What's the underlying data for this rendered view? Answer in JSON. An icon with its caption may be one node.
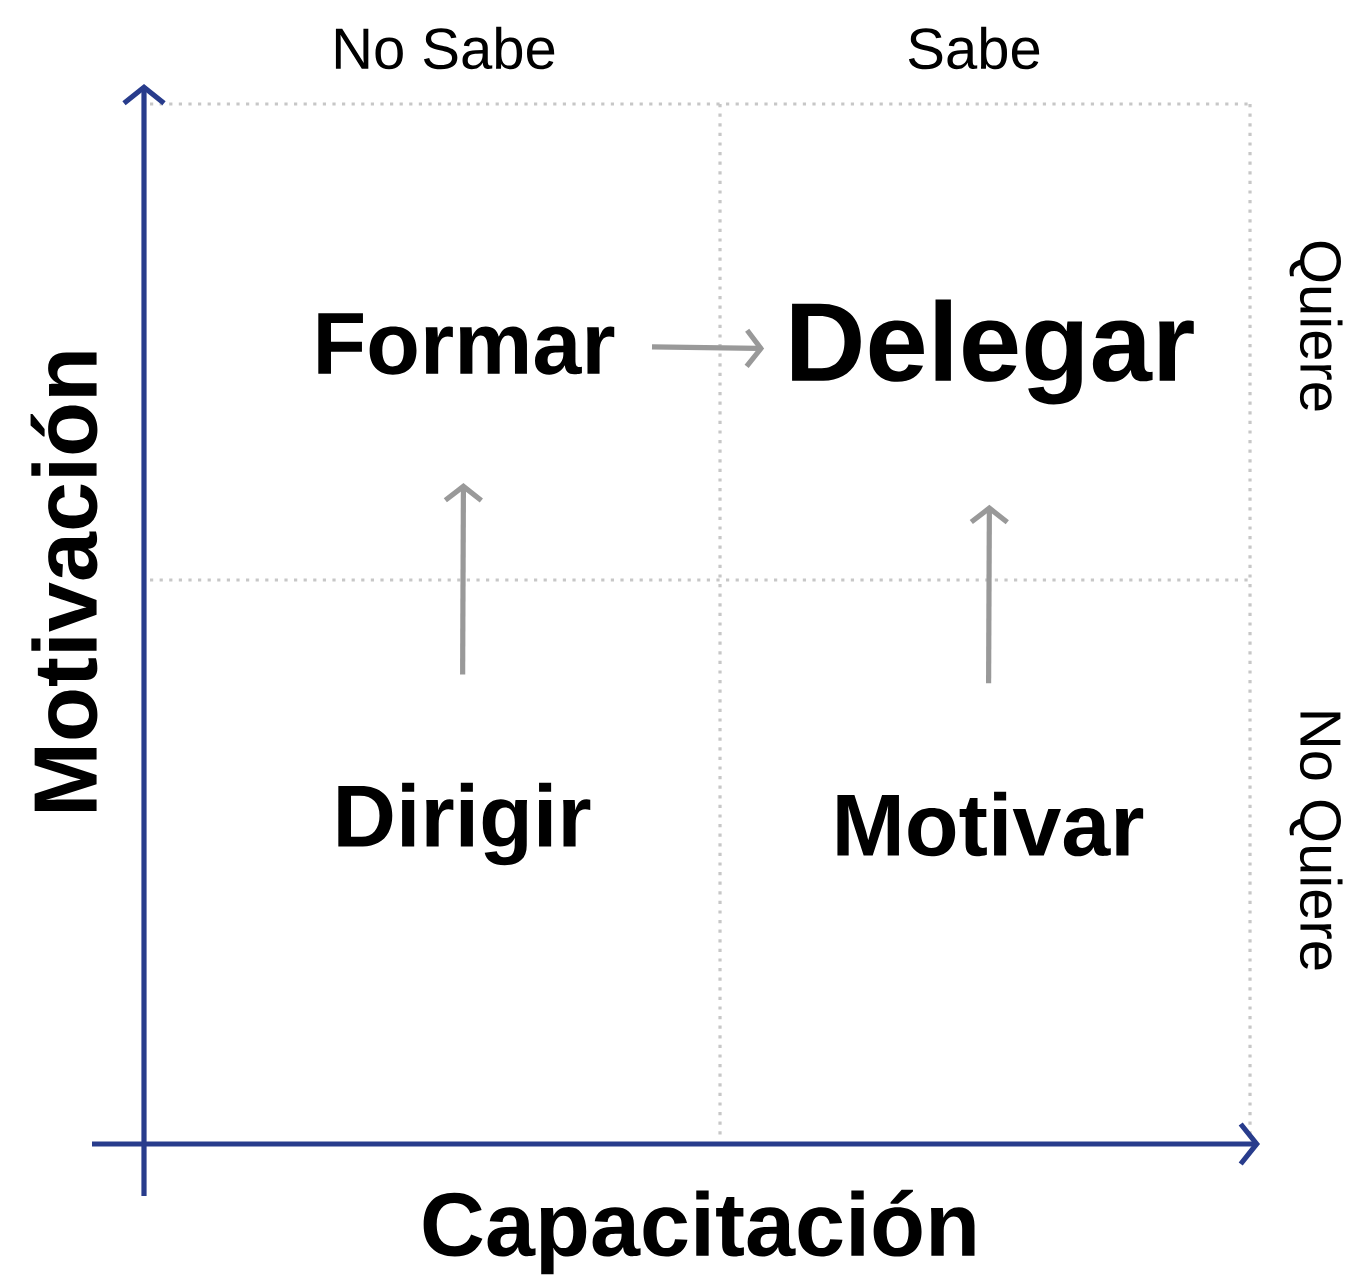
{
  "diagram": {
    "nodes": [
      {
        "text": [
          "Formar"
        ]
      },
      {
        "text": [
          "Delegar"
        ]
      },
      {
        "text": [
          "Dirigir"
        ]
      },
      {
        "text": [
          "Motivar"
        ]
      }
    ],
    "edges": [
      {
        "from": 0,
        "to": 1,
        "arrow": "to"
      },
      {
        "from": 2,
        "to": 0,
        "arrow": "to"
      },
      {
        "from": 3,
        "to": 1,
        "arrow": "to"
      }
    ],
    "labels": [
      "No Sabe",
      "Sabe",
      "Quiere",
      "No Quiere",
      "Motivación",
      "Capacitación"
    ]
  }
}
